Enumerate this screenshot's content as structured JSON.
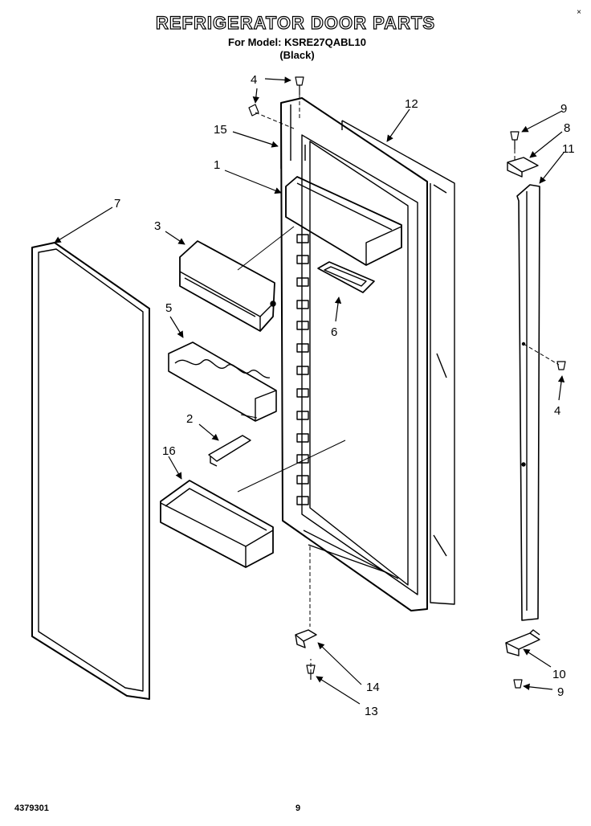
{
  "header": {
    "title": "REFRIGERATOR DOOR PARTS",
    "model_line": "For Model: KSRE27QABL10",
    "color_line": "(Black)",
    "corner_mark": "×"
  },
  "footer": {
    "doc_number": "4379301",
    "page_number": "9"
  },
  "callouts": {
    "c1": "1",
    "c2": "2",
    "c3": "3",
    "c4a": "4",
    "c4b": "4",
    "c5": "5",
    "c6": "6",
    "c7": "7",
    "c8": "8",
    "c9a": "9",
    "c9b": "9",
    "c10": "10",
    "c11": "11",
    "c12": "12",
    "c13": "13",
    "c14": "14",
    "c15": "15",
    "c16": "16"
  }
}
